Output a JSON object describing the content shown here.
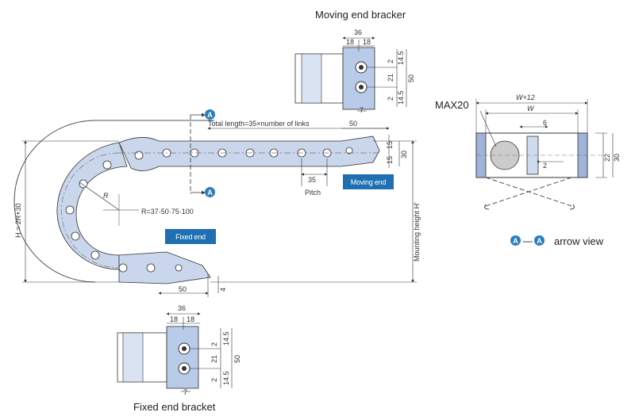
{
  "titles": {
    "moving_bracket": "Moving end bracker",
    "fixed_bracket": "Fixed end bracket",
    "arrow_view": "arrow view"
  },
  "badges": {
    "moving_end": "Moving end",
    "fixed_end": "Fixed end"
  },
  "section_marker": "A",
  "main_view": {
    "total_length": "Total length=35×number of links",
    "len_50": "50",
    "dim_15a": "15",
    "dim_15b": "15",
    "dim_30": "30",
    "dim_35": "35",
    "pitch": "Pitch",
    "radius_r": "R",
    "radius_values": "R=37·50·75·100",
    "height_h": "H = 2R+30",
    "mounting_height": "Mounting height  H'",
    "bottom_50": "50",
    "bottom_4": "4"
  },
  "moving_bracket_dims": {
    "w36": "36",
    "w18a": "18",
    "w18b": "18",
    "d2a": "2",
    "d21": "21",
    "d2b": "2",
    "d145a": "14.5",
    "d145b": "14.5",
    "d50": "50",
    "d7": "7"
  },
  "fixed_bracket_dims": {
    "w36": "36",
    "w18a": "18",
    "w18b": "18",
    "d2a": "2",
    "d21": "21",
    "d2b": "2",
    "d145a": "14.5",
    "d145b": "14.5",
    "d50": "50",
    "d7": "7"
  },
  "section_view": {
    "w12": "W+12",
    "w": "W",
    "max20": "MAX20",
    "d6": "6",
    "d2": "2",
    "d22": "22",
    "d30": "30"
  }
}
